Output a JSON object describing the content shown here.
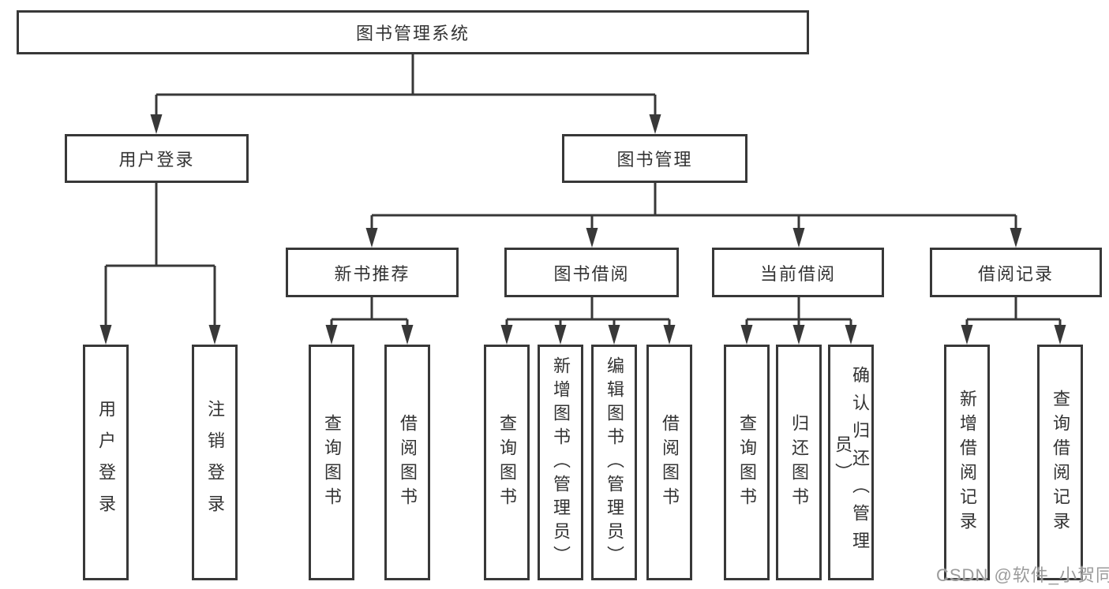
{
  "tree": {
    "root": {
      "label": "图书管理系统",
      "children": [
        {
          "label": "用户登录",
          "children": [
            {
              "label": "用户登录"
            },
            {
              "label": "注销登录"
            }
          ]
        },
        {
          "label": "图书管理",
          "children": [
            {
              "label": "新书推荐",
              "children": [
                {
                  "label": "查询图书"
                },
                {
                  "label": "借阅图书"
                }
              ]
            },
            {
              "label": "图书借阅",
              "children": [
                {
                  "label": "查询图书"
                },
                {
                  "label": "新增图书（管理员）"
                },
                {
                  "label": "编辑图书（管理员）"
                },
                {
                  "label": "借阅图书"
                }
              ]
            },
            {
              "label": "当前借阅",
              "children": [
                {
                  "label": "查询图书"
                },
                {
                  "label": "归还图书"
                },
                {
                  "label": "确认归还（管理员）"
                }
              ]
            },
            {
              "label": "借阅记录",
              "children": [
                {
                  "label": "新增借阅记录"
                },
                {
                  "label": "查询借阅记录"
                }
              ]
            }
          ]
        }
      ]
    }
  },
  "watermark": {
    "text": "CSDN @软件_小贺同学"
  },
  "colors": {
    "line": "#383838",
    "box_border": "#383838",
    "box_fill": "#ffffff",
    "text": "#333333",
    "watermark": "#9b9b9b",
    "background": "#ffffff"
  }
}
